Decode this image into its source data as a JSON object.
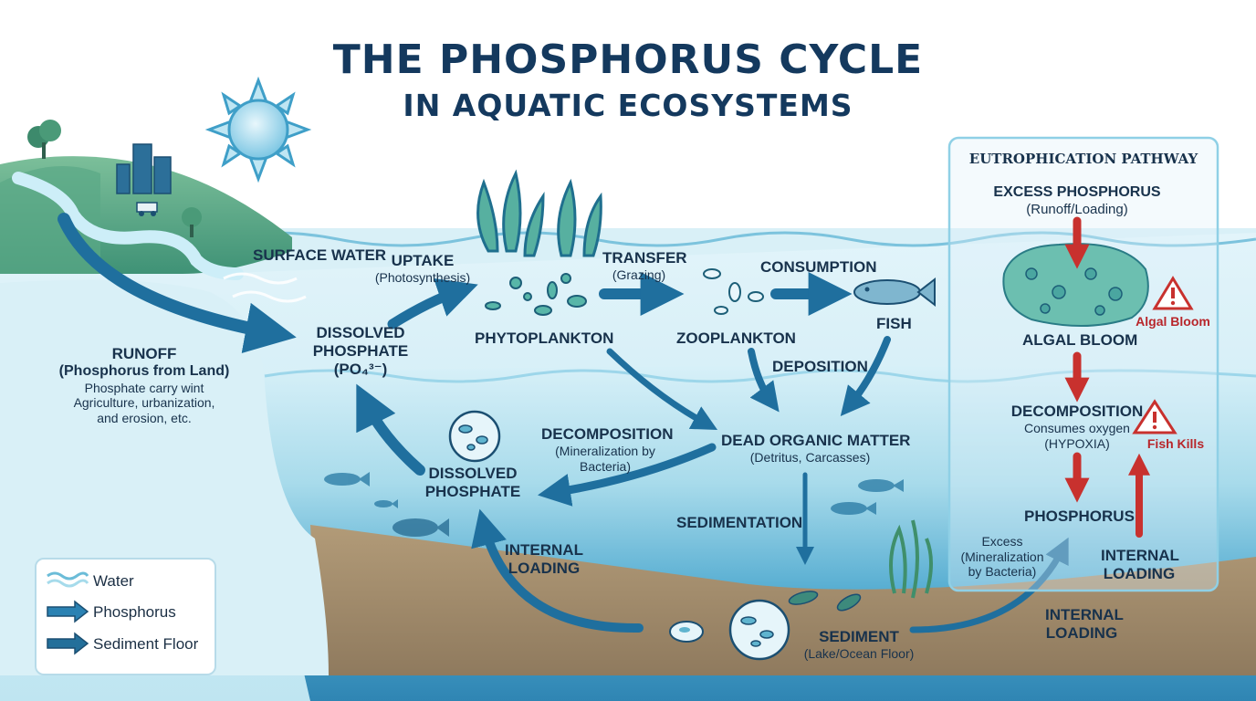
{
  "title": {
    "line1": "THE PHOSPHORUS CYCLE",
    "line2": "IN AQUATIC ECOSYSTEMS"
  },
  "labels": {
    "surface_water": "SURFACE WATER",
    "uptake": "UPTAKE",
    "uptake_sub": "(Photosynthesis)",
    "transfer": "TRANSFER",
    "transfer_sub": "(Grazing)",
    "consumption": "CONSUMPTION",
    "dissolved_phosphate_top_1": "DISSOLVED",
    "dissolved_phosphate_top_2": "PHOSPHATE",
    "dissolved_phosphate_top_3": "(PO₄³⁻)",
    "phytoplankton": "PHYTOPLANKTON",
    "zooplankton": "ZOOPLANKTON",
    "fish": "FISH",
    "deposition": "DEPOSITION",
    "runoff": "RUNOFF",
    "runoff_sub1": "(Phosphorus from Land)",
    "runoff_sub2": "Phosphate carry wint",
    "runoff_sub3": "Agriculture, urbanization,",
    "runoff_sub4": "and erosion, etc.",
    "decomposition": "DECOMPOSITION",
    "decomposition_sub1": "(Mineralization by",
    "decomposition_sub2": "Bacteria)",
    "dead_organic": "DEAD ORGANIC MATTER",
    "dead_organic_sub": "(Detritus, Carcasses)",
    "dissolved_phosphate_mid_1": "DISSOLVED",
    "dissolved_phosphate_mid_2": "PHOSPHATE",
    "sedimentation": "SEDIMENTATION",
    "internal_loading_left_1": "INTERNAL",
    "internal_loading_left_2": "LOADING",
    "sediment": "SEDIMENT",
    "sediment_sub": "(Lake/Ocean Floor)",
    "internal_loading_bottom_1": "INTERNAL",
    "internal_loading_bottom_2": "LOADING",
    "excess_1": "Excess",
    "excess_2": "(Mineralization",
    "excess_3": "by Bacteria)"
  },
  "eutrophication": {
    "header": "EUTROPHICATION PATHWAY",
    "excess_phosphorus": "EXCESS PHOSPHORUS",
    "excess_phosphorus_sub": "(Runoff/Loading)",
    "algal_bloom": "ALGAL BLOOM",
    "algal_bloom_warning": "Algal Bloom",
    "decomposition": "DECOMPOSITION",
    "decomposition_sub1": "Consumes oxygen",
    "decomposition_sub2": "(HYPOXIA)",
    "fish_kills_warning": "Fish Kills",
    "phosphorus": "PHOSPHORUS",
    "internal_loading_1": "INTERNAL",
    "internal_loading_2": "LOADING"
  },
  "legend": {
    "water": "Water",
    "phosphorus": "Phosphorus",
    "sediment_floor": "Sediment Floor"
  },
  "colors": {
    "title": "#14395e",
    "arrow": "#1f6f9e",
    "warning": "#b8262b",
    "sediment": "#a58f70"
  }
}
